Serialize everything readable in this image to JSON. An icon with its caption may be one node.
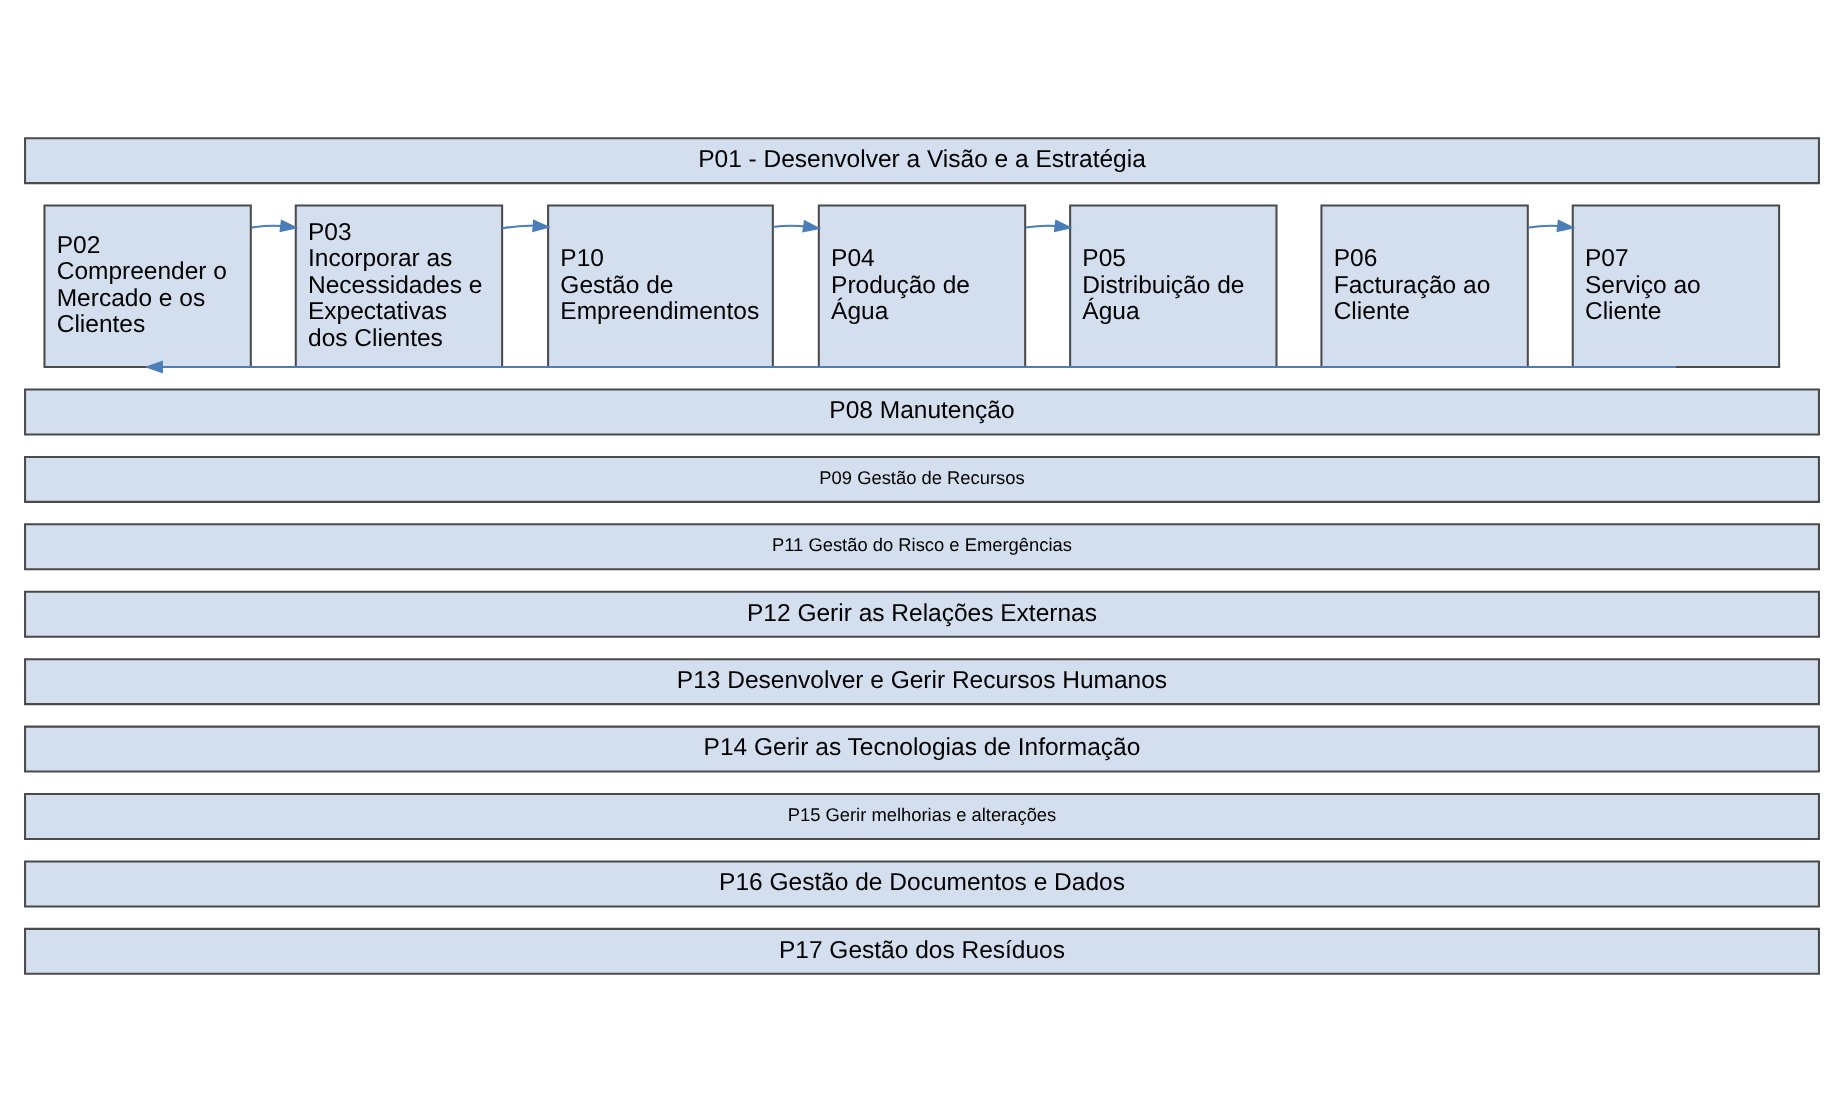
{
  "diagram": {
    "nodes": [
      {
        "text": [
          "P01 - Desenvolver a Visão e a Estratégia"
        ]
      },
      {
        "text": [
          "P02",
          "Compreender o Mercado e os Clientes"
        ]
      },
      {
        "text": [
          "P03",
          "Incorporar as Necessidades e Expectativas dos Clientes"
        ]
      },
      {
        "text": [
          "P10",
          "Gestão de Empreendimentos"
        ]
      },
      {
        "text": [
          "P04",
          "Produção de Água"
        ]
      },
      {
        "text": [
          "P05",
          "Distribuição de Água"
        ]
      },
      {
        "text": [
          "P06",
          "Facturação ao Cliente"
        ]
      },
      {
        "text": [
          "P07",
          "Serviço ao Cliente"
        ]
      },
      {
        "text": [
          "P08 Manutenção"
        ]
      },
      {
        "text": [
          "P09 Gestão de Recursos"
        ]
      },
      {
        "text": [
          "P11 Gestão do Risco e Emergências"
        ]
      },
      {
        "text": [
          "P12 Gerir as Relações Externas"
        ]
      },
      {
        "text": [
          "P13 Desenvolver e Gerir Recursos Humanos"
        ]
      },
      {
        "text": [
          "P14 Gerir as Tecnologias de Informação"
        ]
      },
      {
        "text": [
          "P15 Gerir melhorias e alterações"
        ]
      },
      {
        "text": [
          "P16 Gestão de Documentos e Dados"
        ]
      },
      {
        "text": [
          "P17 Gestão dos Resíduos"
        ]
      }
    ],
    "edges": [
      {
        "from": 1,
        "to": 2,
        "arrow": "to"
      },
      {
        "from": 2,
        "to": 3,
        "arrow": "to"
      },
      {
        "from": 3,
        "to": 4,
        "arrow": "to"
      },
      {
        "from": 4,
        "to": 5,
        "arrow": "to"
      },
      {
        "from": 6,
        "to": 7,
        "arrow": "to"
      },
      {
        "from": 7,
        "to": 1,
        "arrow": "to"
      }
    ]
  }
}
